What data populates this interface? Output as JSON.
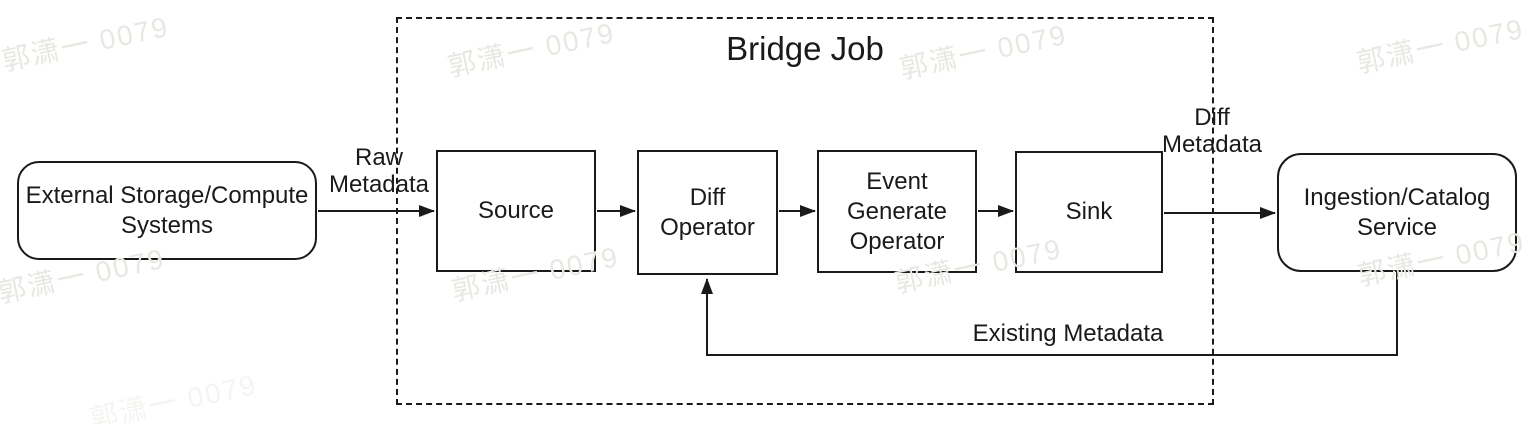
{
  "colors": {
    "stroke": "#1a1a1a",
    "background": "#ffffff",
    "watermark": "#e8e7e2"
  },
  "diagram": {
    "title": "Bridge Job",
    "nodes": {
      "external": {
        "label": [
          "External Storage/Compute",
          "Systems"
        ]
      },
      "source": {
        "label": "Source"
      },
      "diff_operator": {
        "label": [
          "Diff",
          "Operator"
        ]
      },
      "event_generate_operator": {
        "label": [
          "Event",
          "Generate",
          "Operator"
        ]
      },
      "sink": {
        "label": "Sink"
      },
      "ingestion_catalog": {
        "label": [
          "Ingestion/Catalog",
          "Service"
        ]
      }
    },
    "edges": {
      "raw_metadata": {
        "label": [
          "Raw",
          "Metadata"
        ]
      },
      "diff_metadata": {
        "label": [
          "Diff",
          "Metadata"
        ]
      },
      "existing_metadata": {
        "label": "Existing Metadata"
      }
    }
  },
  "watermark": {
    "text": "郭潇一 0079"
  }
}
